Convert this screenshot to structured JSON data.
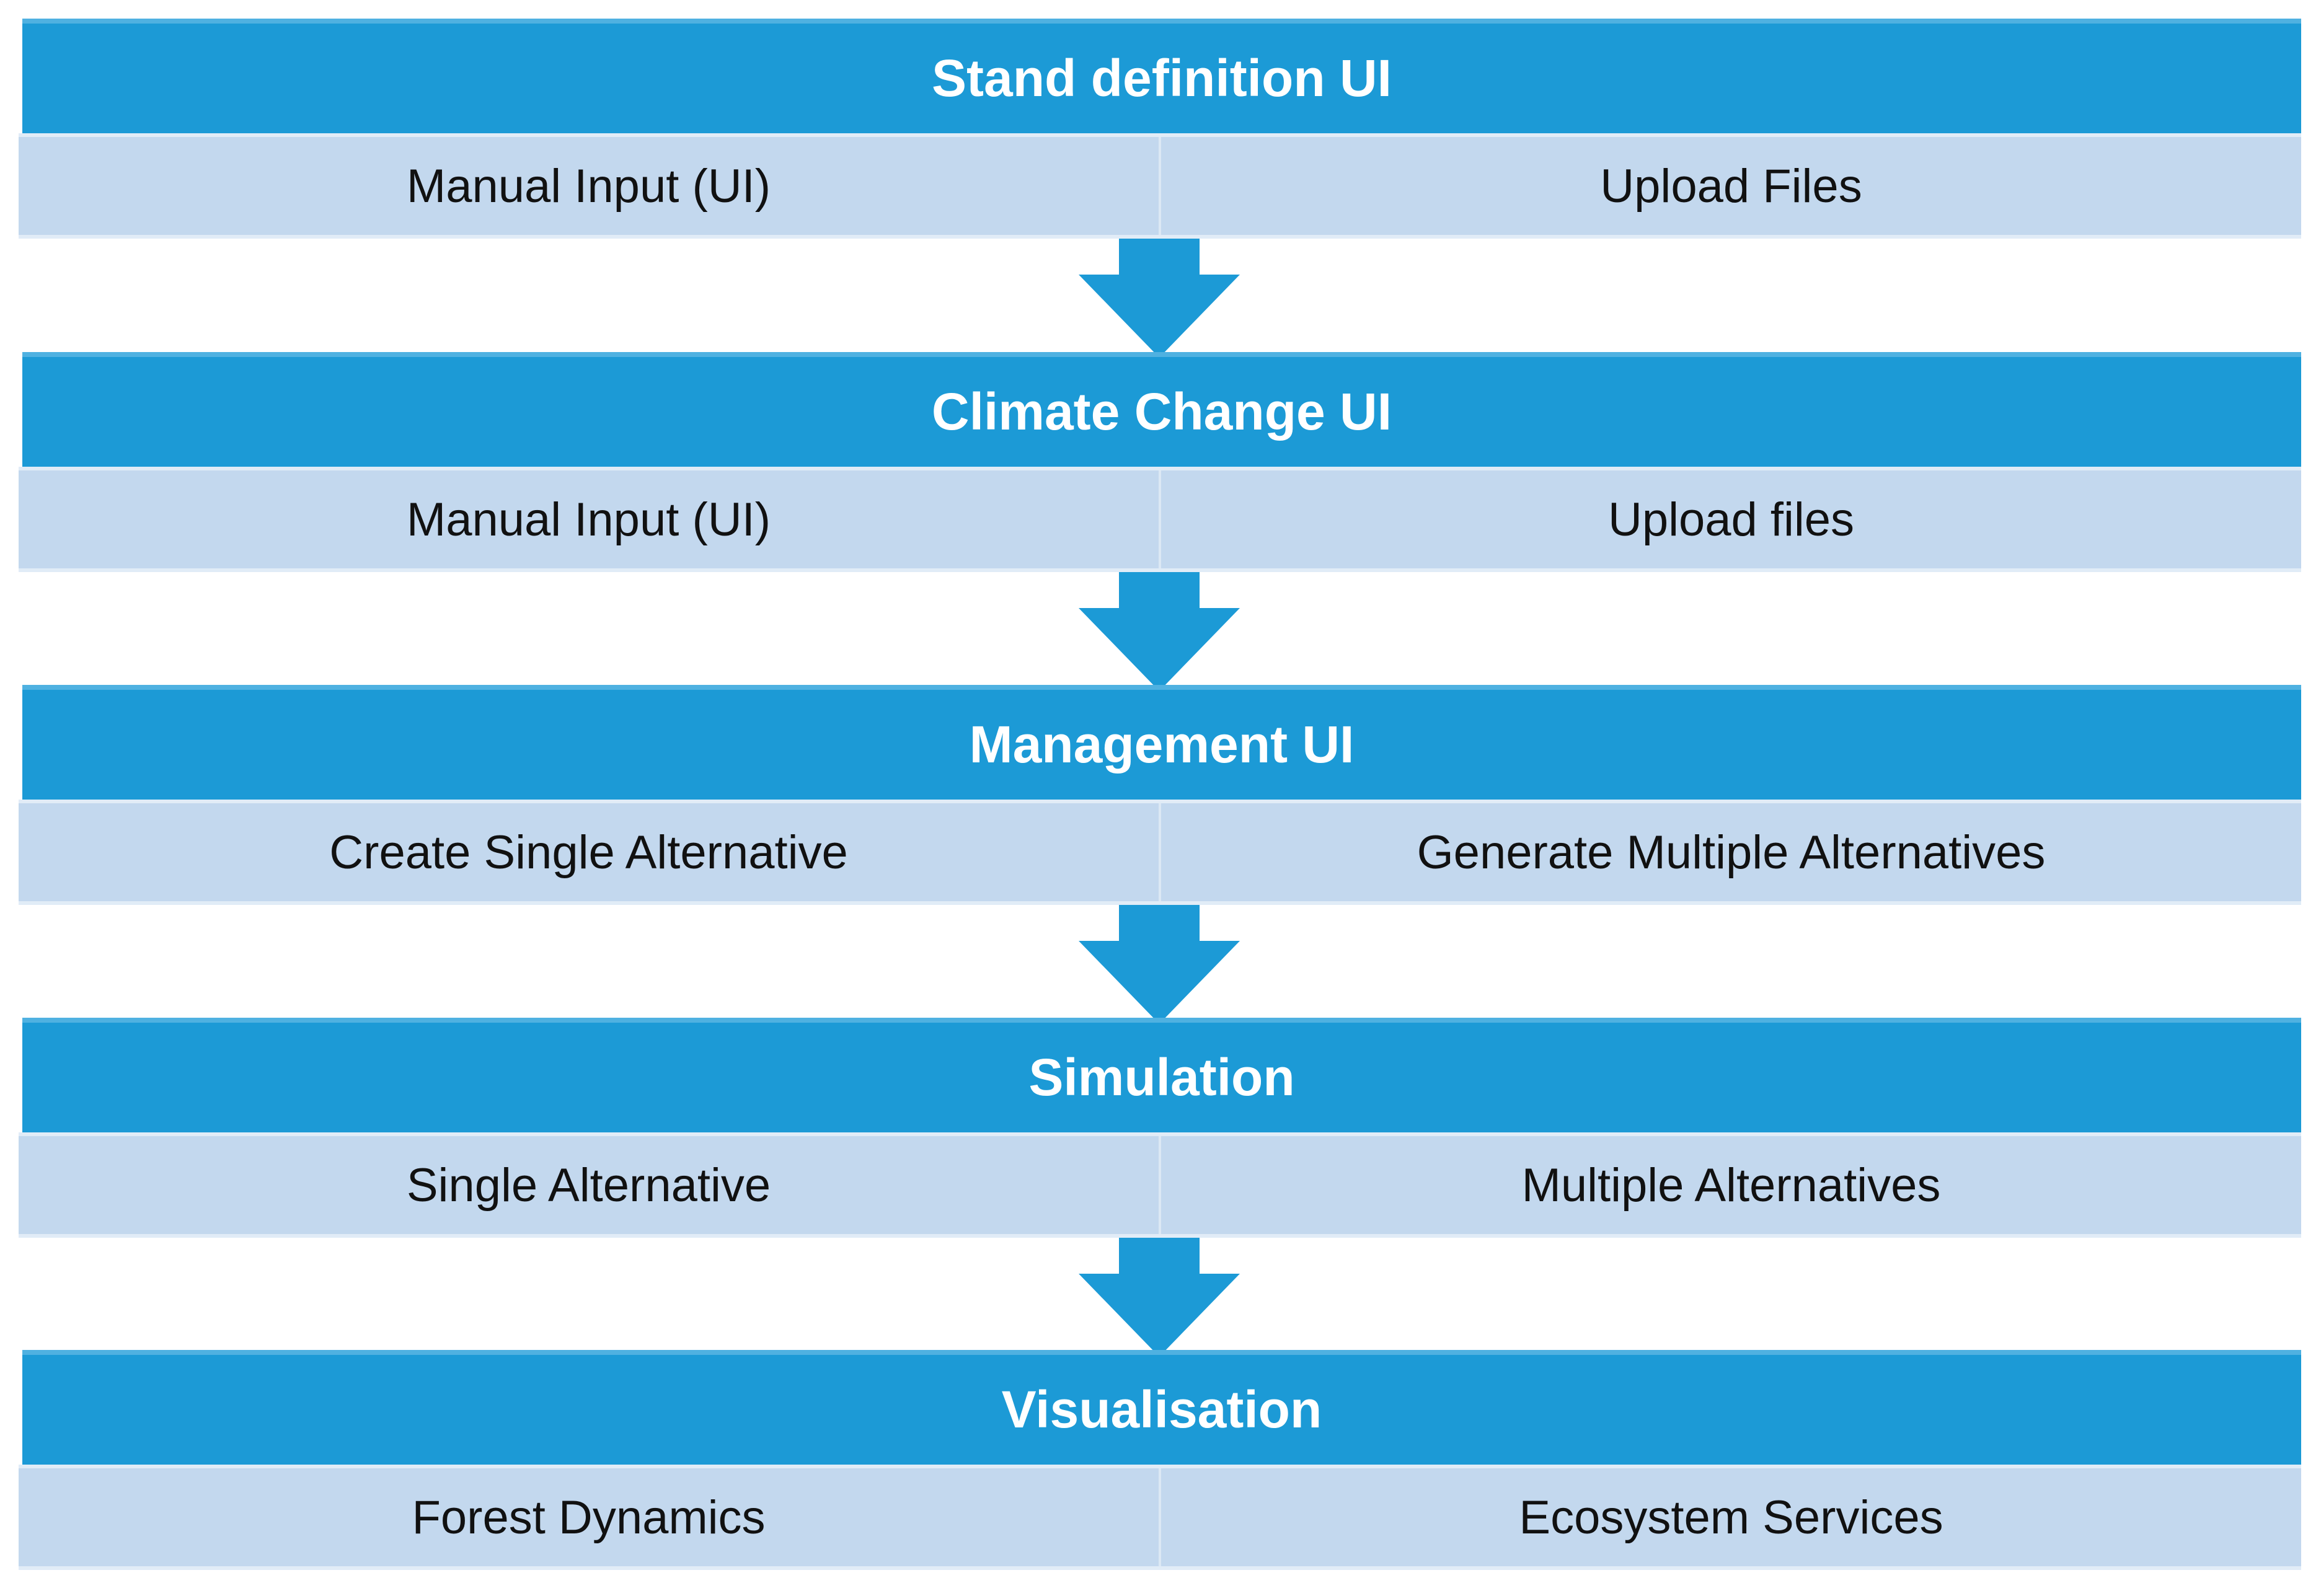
{
  "diagram": {
    "stages": [
      {
        "title": "Stand definition UI",
        "left_option": "Manual Input (UI)",
        "right_option": "Upload Files"
      },
      {
        "title": "Climate Change UI",
        "left_option": "Manual Input (UI)",
        "right_option": "Upload files"
      },
      {
        "title": "Management UI",
        "left_option": "Create Single Alternative",
        "right_option": "Generate Multiple Alternatives"
      },
      {
        "title": "Simulation",
        "left_option": "Single Alternative",
        "right_option": "Multiple Alternatives"
      },
      {
        "title": "Visualisation",
        "left_option": "Forest Dynamics",
        "right_option": "Ecosystem Services"
      }
    ],
    "colors": {
      "header_bg": "#1c9ad6",
      "row_bg": "#c3d8ee",
      "arrow": "#1c9ad6",
      "header_text": "#ffffff",
      "row_text": "#111111"
    }
  }
}
